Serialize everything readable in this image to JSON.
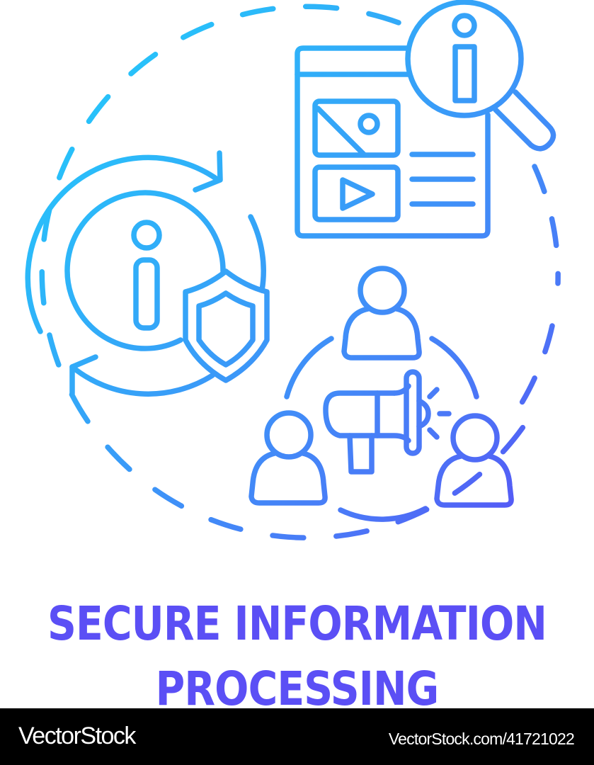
{
  "illustration": {
    "concept": "secure information processing",
    "icons": [
      "dashed-circle-frame",
      "refresh-arrows-icon",
      "info-icon",
      "shield-icon",
      "web-page-icon",
      "image-icon",
      "video-play-icon",
      "text-lines-icon",
      "magnifier-info-icon",
      "users-group-icon",
      "megaphone-icon"
    ],
    "colors": {
      "gradient_start": "#22c8f8",
      "gradient_mid": "#3d8ef8",
      "gradient_end": "#5a4ff5",
      "title": "#5b4ff5",
      "background": "#ffffff",
      "footer_bg": "#000000",
      "footer_text": "#ffffff"
    }
  },
  "title": {
    "line1": "SECURE INFORMATION",
    "line2": "PROCESSING"
  },
  "footer": {
    "brand": "VectorStock",
    "image_id": "VectorStock.com/41721022"
  }
}
